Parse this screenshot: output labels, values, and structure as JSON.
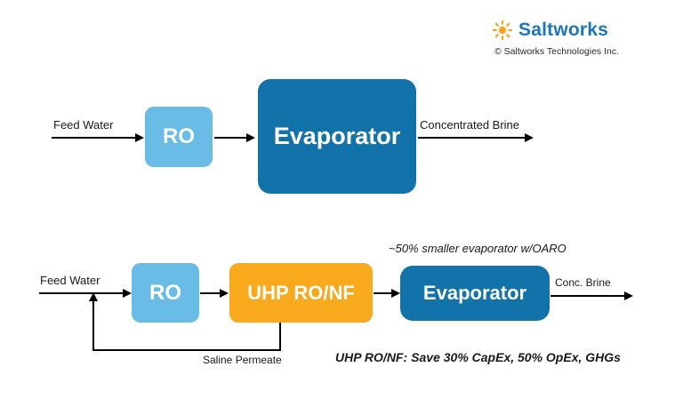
{
  "brand": {
    "logo_text": "Saltworks",
    "copyright": "© Saltworks Technologies Inc."
  },
  "colors": {
    "ro_box": "#69BCE5",
    "evaporator_box": "#1173A9",
    "uhp_box": "#F9A91C",
    "brand_blue": "#1B77B8",
    "sun_orange": "#F9A11B",
    "arrow_black": "#000000"
  },
  "top_diagram": {
    "feed_label": "Feed Water",
    "ro_label": "RO",
    "evaporator_label": "Evaporator",
    "output_label": "Concentrated Brine"
  },
  "bottom_diagram": {
    "annotation": "~50% smaller evaporator w/OARO",
    "feed_label": "Feed Water",
    "ro_label": "RO",
    "uhp_label": "UHP RO/NF",
    "evaporator_label": "Evaporator",
    "output_label": "Conc. Brine",
    "recycle_label": "Saline Permeate",
    "benefit_prefix": "UHP RO/NF:",
    "benefit_text": "Save 30% CapEx, 50% OpEx, GHGs"
  }
}
